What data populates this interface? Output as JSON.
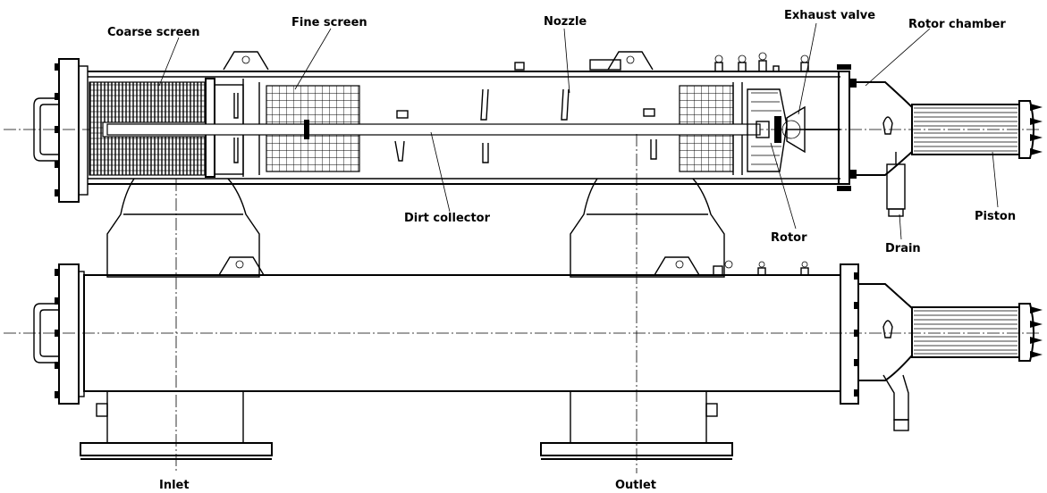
{
  "labels": {
    "coarse_screen": "Coarse screen",
    "fine_screen": "Fine screen",
    "nozzle": "Nozzle",
    "exhaust_valve": "Exhaust valve",
    "rotor_chamber": "Rotor chamber",
    "dirt_collector": "Dirt collector",
    "rotor": "Rotor",
    "drain": "Drain",
    "piston": "Piston",
    "inlet": "Inlet",
    "outlet": "Outlet"
  },
  "colors": {
    "line": "#000000",
    "background": "#ffffff"
  }
}
